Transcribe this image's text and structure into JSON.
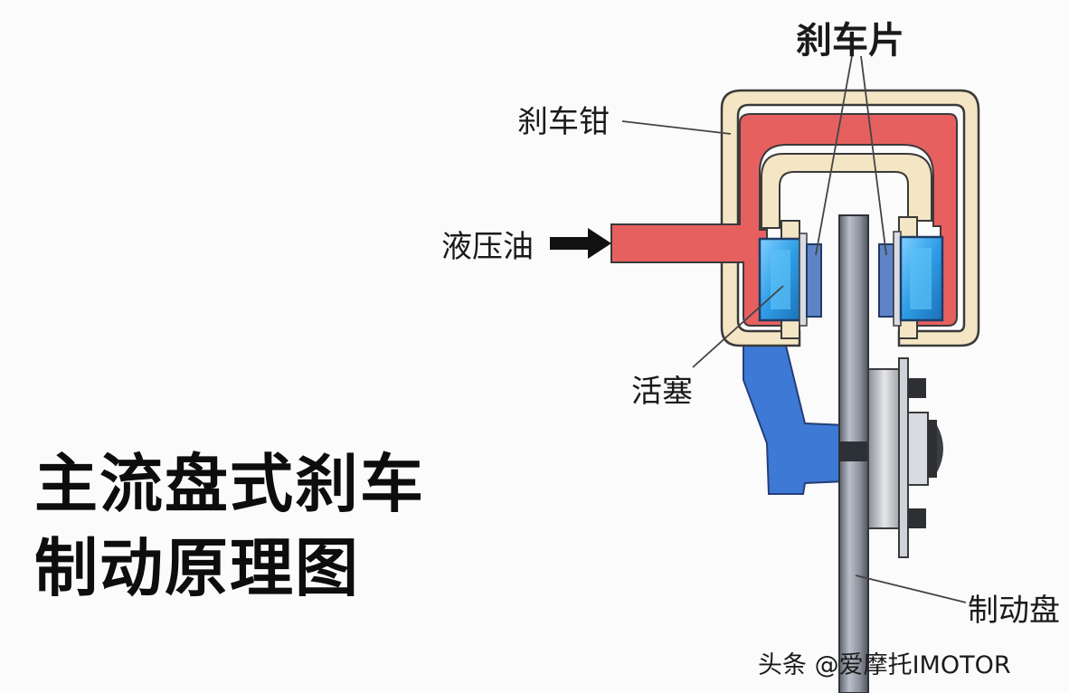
{
  "title": {
    "line1": "主流盘式刹车",
    "line2": "制动原理图"
  },
  "labels": {
    "brake_pads": "刹车片",
    "caliper": "刹车钳",
    "hydraulic_oil": "液压油",
    "piston": "活塞",
    "brake_disc": "制动盘"
  },
  "watermark": "头条 @爱摩托IMOTOR",
  "colors": {
    "caliper_body": "#f4e6c4",
    "hydraulic_fluid": "#e66060",
    "piston": "#3aa7e8",
    "bracket": "#3f79d6",
    "disc": "#8e95a3",
    "outline": "#3a3a3a"
  }
}
